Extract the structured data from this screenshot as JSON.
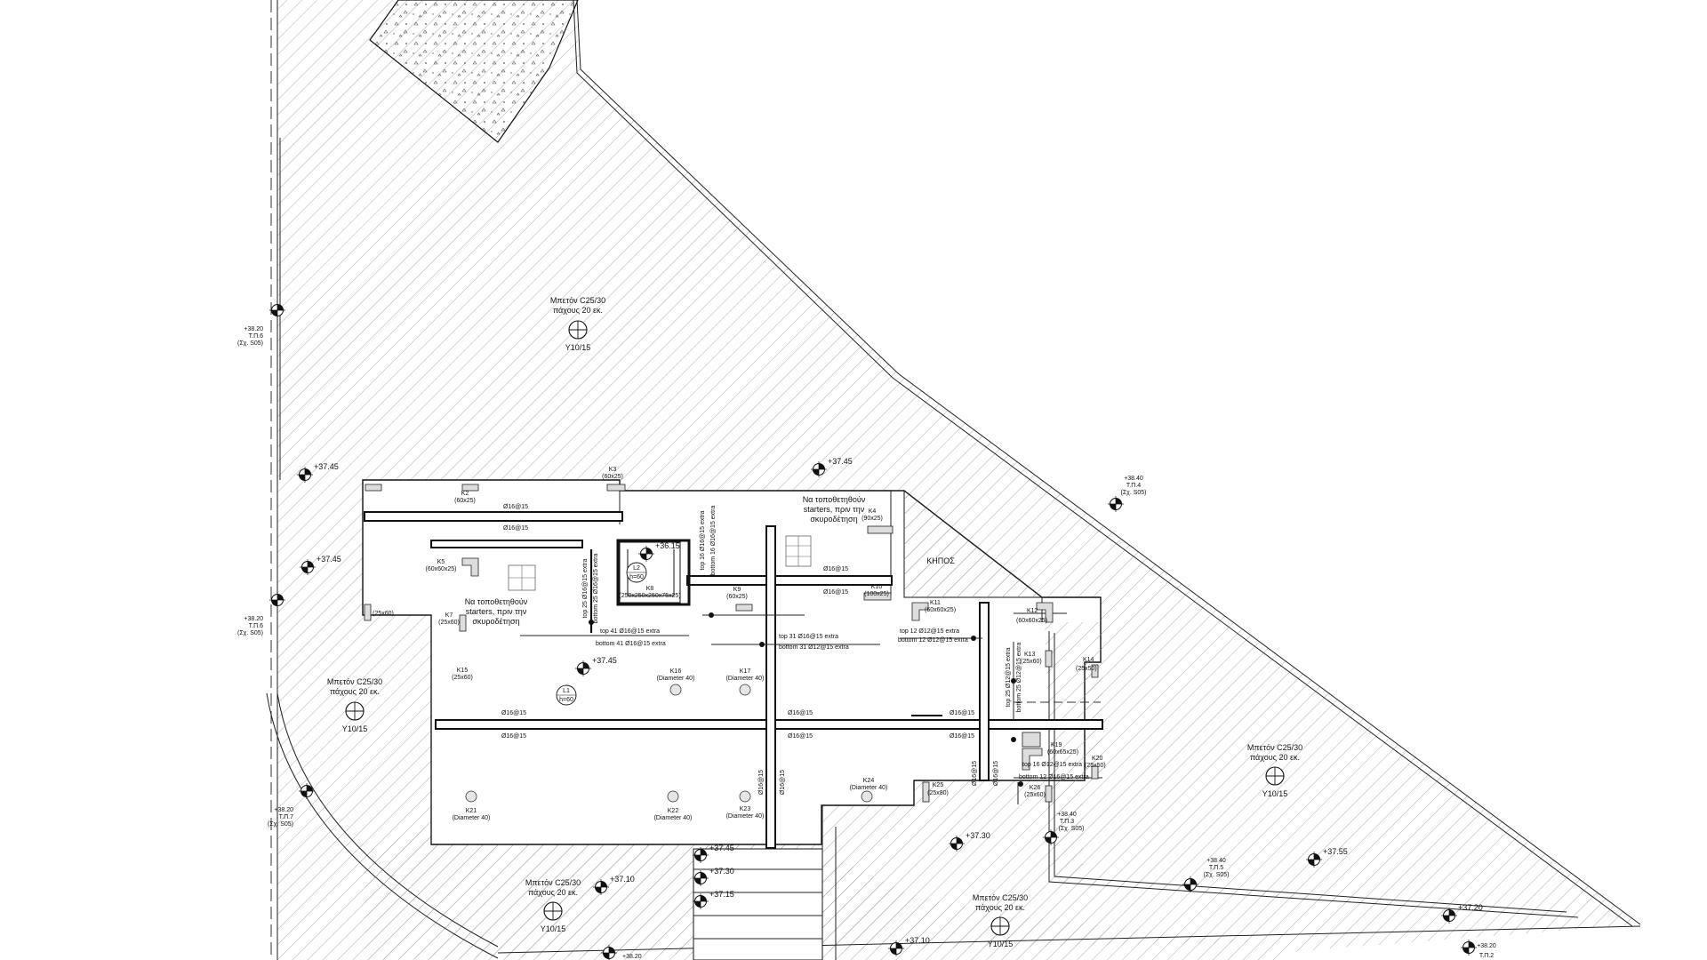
{
  "plan": {
    "slab_note_line1": "Μπετόν C25/30",
    "slab_note_line2": "πάχους 20 εκ.",
    "mesh_label": "Y10/15",
    "starter_note_line1": "Να τοποθετηθούν",
    "starter_note_line2": "starters, πριν την",
    "starter_note_line3": "σκυροδέτηση",
    "garden_label": "ΚΗΠΟΣ",
    "level_3745": "+37.45",
    "level_3615": "+36.15",
    "level_3730": "+37.30",
    "level_3715": "+37.15",
    "level_3710": "+37.10",
    "level_3755": "+37.55",
    "level_3720": "+37.20",
    "ref_level_3820": "+38.20",
    "ref_level_3840": "+38.40",
    "ref_tp6": "T.Π.6",
    "ref_tp7": "T.Π.7",
    "ref_tp4": "T.Π.4",
    "ref_tp3": "T.Π.3",
    "ref_tp5": "T.Π.5",
    "ref_tp2": "T.Π.2",
    "ref_sheet": "(Σχ. S05)",
    "rebar_main": "Ø16@15",
    "rebar_top25": "top 25 Ø16@15 extra",
    "rebar_bottom25": "bottom 25 Ø16@15 extra",
    "rebar_top16": "top 16 Ø16@15 extra",
    "rebar_bottom16": "bottom 16 Ø16@15 extra",
    "rebar_top41": "top 41 Ø16@15 extra",
    "rebar_bottom41": "bottom 41 Ø16@15 extra",
    "rebar_top31": "top 31 Ø16@15 extra",
    "rebar_bottom31": "bottom 31 Ø12@15 extra",
    "rebar_top12": "top 12 Ø12@15 extra",
    "rebar_bottom12": "bottom 12 Ø12@15 extra",
    "rebar_top25b": "top 25 Ø12@15 extra",
    "rebar_bottom25b": "bottom 25 Ø12@15 extra",
    "rebar_top16b": "top 16 Ø12@15 extra",
    "rebar_bottom12b": "bottom 12 Ø16@15 extra",
    "lintel_l1": "L1",
    "lintel_l2": "L2",
    "lintel_h": "h=60"
  },
  "columns": {
    "k2": "K2",
    "k2_size": "(60x25)",
    "k3": "K3",
    "k3_size": "(60x25)",
    "k4": "K4",
    "k4_size": "(90x25)",
    "k5": "K5",
    "k5_size": "(60x60x25)",
    "k6_size": "(25x60)",
    "k7": "K7",
    "k7_size": "(25x60)",
    "k8": "K8",
    "k8_size": "(250x250x250x75x25)",
    "k9": "K9",
    "k9_size": "(60x25)",
    "k10": "K10",
    "k10_size": "(100x25)",
    "k11": "K11",
    "k11_size": "(60x60x25)",
    "k12": "K12",
    "k12_size": "(60x60x25)",
    "k13": "K13",
    "k13_size": "(25x60)",
    "k14": "K14",
    "k14_size": "(25x50)",
    "k15": "K15",
    "k15_size": "(25x60)",
    "k16": "K16",
    "k16_size": "(Diameter 40)",
    "k17": "K17",
    "k17_size": "(Diameter 40)",
    "k19": "K19",
    "k19_size": "(60x65x25)",
    "k20": "K20",
    "k20_size": "(25x50)",
    "k21": "K21",
    "k21_size": "(Diameter 40)",
    "k22": "K22",
    "k22_size": "(Diameter 40)",
    "k23": "K23",
    "k23_size": "(Diameter 40)",
    "k24": "K24",
    "k24_size": "(Diameter 40)",
    "k25": "K25",
    "k25_size": "(25x80)",
    "k26": "K26",
    "k26_size": "(25x60)"
  }
}
